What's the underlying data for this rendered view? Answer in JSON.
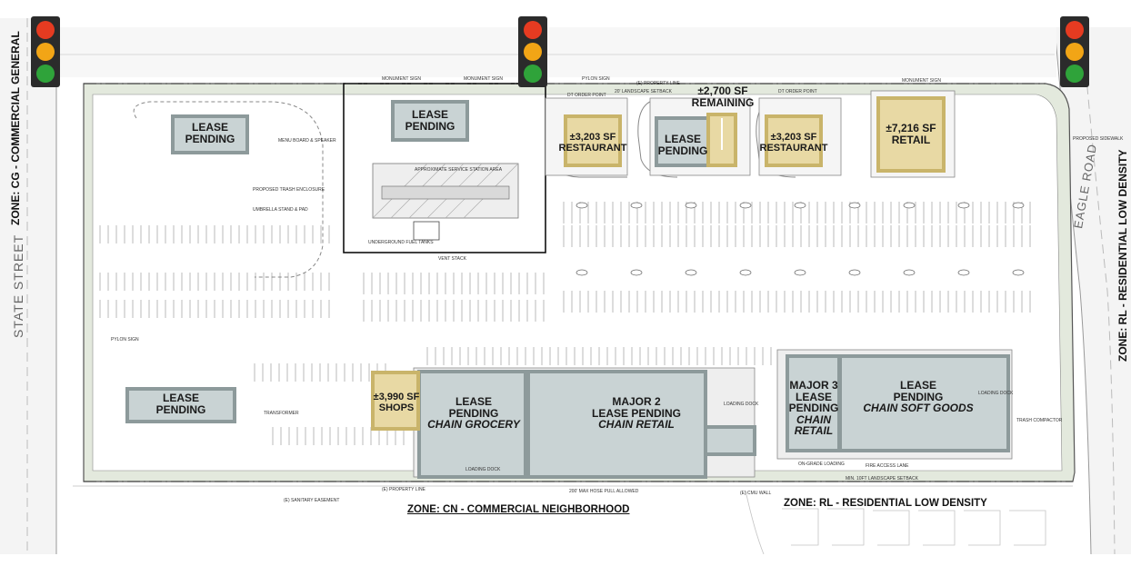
{
  "zones": {
    "commercial_general": "ZONE: CG - COMMERCIAL GENERAL",
    "commercial_neighborhood": "ZONE: CN - COMMERCIAL NEIGHBORHOOD",
    "residential_low_bottom": "ZONE: RL - RESIDENTIAL LOW DENSITY",
    "residential_low_right": "ZONE: RL - RESIDENTIAL LOW DENSITY"
  },
  "roads": {
    "state_street": "STATE STREET",
    "eagle_road": "EAGLE ROAD"
  },
  "parcels": {
    "lease_nw": {
      "l1": "LEASE",
      "l2": "PENDING"
    },
    "lease_service": {
      "l1": "LEASE",
      "l2": "PENDING"
    },
    "restaurant_a": {
      "l1": "±3,203 SF",
      "l2": "RESTAURANT"
    },
    "lease_mid": {
      "l1": "LEASE",
      "l2": "PENDING"
    },
    "remaining": {
      "l1": "±2,700 SF",
      "l2": "REMAINING"
    },
    "restaurant_b": {
      "l1": "±3,203 SF",
      "l2": "RESTAURANT"
    },
    "retail": {
      "l1": "±7,216 SF",
      "l2": "RETAIL"
    },
    "lease_sw": {
      "l1": "LEASE",
      "l2": "PENDING"
    },
    "shops": {
      "l1": "±3,990 SF",
      "l2": "SHOPS"
    },
    "grocery": {
      "l1": "LEASE",
      "l2": "PENDING",
      "l3": "CHAIN GROCERY"
    },
    "major2": {
      "l1": "MAJOR 2",
      "l2": "LEASE PENDING",
      "l3": "CHAIN RETAIL"
    },
    "major3": {
      "l1": "MAJOR 3",
      "l2": "LEASE",
      "l3": "PENDING",
      "l4": "CHAIN",
      "l5": "RETAIL"
    },
    "softgoods": {
      "l1": "LEASE",
      "l2": "PENDING",
      "l3": "CHAIN SOFT GOODS"
    }
  },
  "notes": {
    "monument_sign_1": "MONUMENT SIGN",
    "monument_sign_2": "MONUMENT SIGN",
    "monument_sign_3": "MONUMENT SIGN",
    "pylon_sign_top": "PYLON SIGN",
    "pylon_sign_left": "PYLON SIGN",
    "property_line_top": "(E) PROPERTY LINE",
    "property_line_bottom": "(E) PROPERTY LINE",
    "landscape_setback_top": "20' LANDSCAPE SETBACK",
    "landscape_setback_bottom": "MIN. 10FT LANDSCAPE SETBACK",
    "fire_lane": "FIRE ACCESS LANE",
    "loading_dock_1": "LOADING DOCK",
    "loading_dock_2": "LOADING DOCK",
    "loading_dock_3": "LOADING DOCK",
    "trash_compactor": "TRASH COMPACTOR",
    "proposed_sidewalk": "PROPOSED SIDEWALK",
    "transformer": "TRANSFORMER",
    "menu_board": "MENU BOARD & SPEAKER",
    "trash_enclosure": "PROPOSED TRASH ENCLOSURE",
    "umbrella": "UMBRELLA STAND & PAD",
    "service_station": "APPROXIMATE SERVICE STATION AREA",
    "cmu_wall": "(E) CMU WALL",
    "sanitary": "(E) SANITARY EASEMENT",
    "hose_pull": "200' MAX HOSE PULL ALLOWED",
    "on_grade_loading": "ON-GRADE LOADING",
    "dt_order_1": "DT ORDER POINT",
    "dt_order_2": "DT ORDER POINT",
    "vent_stack": "VENT STACK",
    "underground_tanks": "UNDERGROUND FUEL TANKS"
  },
  "colors": {
    "lease_fill": "#c9d3d4",
    "lease_border": "#8d9a9b",
    "available_fill": "#e8d9a4",
    "available_border": "#c9b46a",
    "site_fill": "#e6ebe2",
    "light_red": "#e63b21",
    "light_yellow": "#f2a516",
    "light_green": "#2fa33a"
  }
}
